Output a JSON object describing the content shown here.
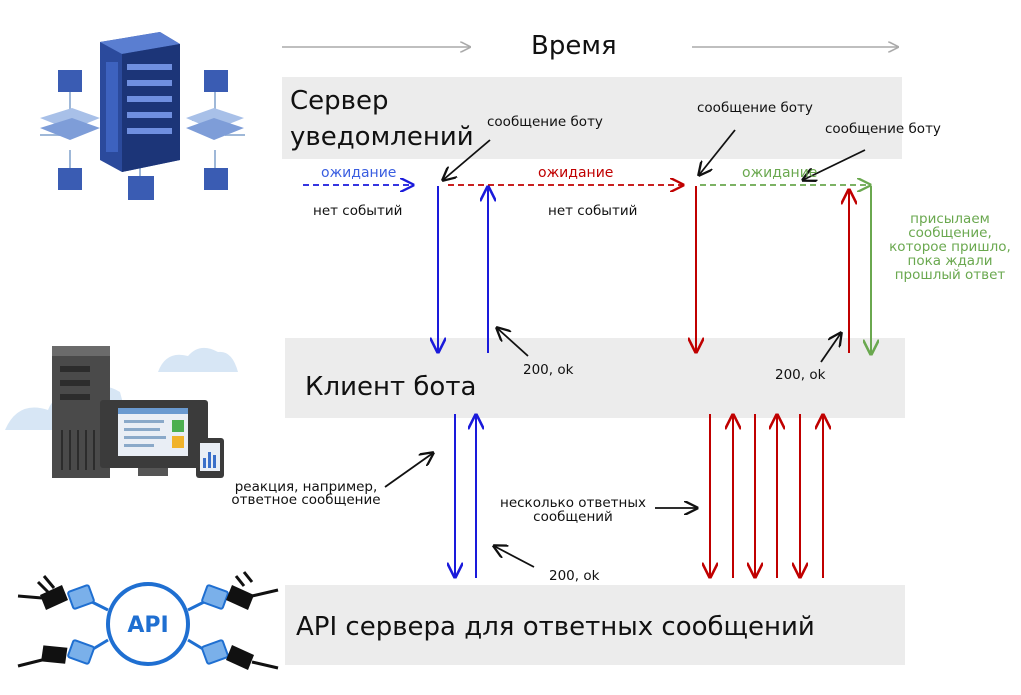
{
  "time_label": "Время",
  "lanes": {
    "server": "Сервер уведомлений",
    "client": "Клиент бота",
    "api": "API сервера для ответных сообщений"
  },
  "labels": {
    "message_to_bot_1": "сообщение боту",
    "message_to_bot_2": "сообщение боту",
    "message_to_bot_3": "сообщение боту",
    "wait_1": "ожидание",
    "wait_2": "ожидание",
    "wait_3": "ожидание",
    "no_events_1": "нет событий",
    "no_events_2": "нет событий",
    "ok_1": "200, ok",
    "ok_2": "200, ok",
    "ok_3": "200, ok",
    "reaction": "реакция, например, ответное сообщение",
    "several_replies": "несколько ответных сообщений",
    "send_pending": "присылаем сообщение, которое пришло, пока ждали прошлый ответ"
  },
  "icons": {
    "api_logo_text": "API"
  },
  "colors": {
    "blue": "#1a1adb",
    "red": "#c00000",
    "green": "#6aa84f",
    "band": "#ececec"
  }
}
